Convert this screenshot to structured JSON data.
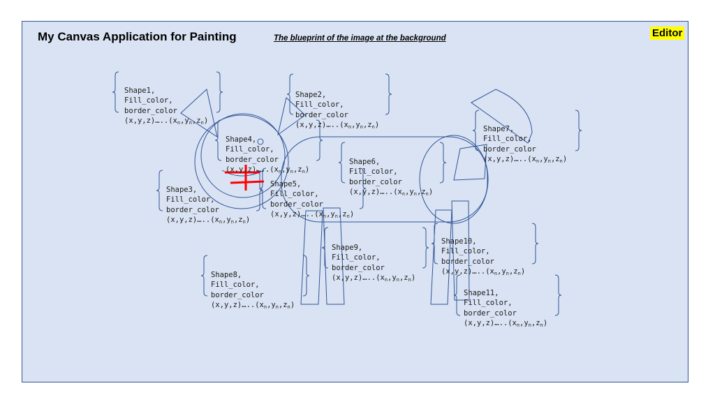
{
  "header": {
    "title": "My Canvas Application for Painting",
    "subtitle": "The blueprint of the image at the background",
    "editor_label": "Editor"
  },
  "colors": {
    "canvas_bg": "#dae3f3",
    "outline": "#2f5597",
    "marker": "#ff0000",
    "editor_bg": "#ffff00"
  },
  "shapes": [
    {
      "name": "Shape1,",
      "fill": "Fill_color,",
      "border": "border_color",
      "coords": "(x,y,z)…..(x",
      "n": "n"
    },
    {
      "name": "Shape2,",
      "fill": "Fill_color,",
      "border": "border_color",
      "coords": "(x,y,z)…..(x",
      "n": "n"
    },
    {
      "name": "Shape3,",
      "fill": "Fill_color,",
      "border": "border_color",
      "coords": "(x,y,z)…..(x",
      "n": "n"
    },
    {
      "name": "Shape4,",
      "fill": "Fill_color,",
      "border": "border_color",
      "coords": "(x,y,z)…..(x",
      "n": "n"
    },
    {
      "name": "Shape5,",
      "fill": "Fill_color,",
      "border": "border_color",
      "coords": "(x,y,z)…..(x",
      "n": "n"
    },
    {
      "name": "Shape6,",
      "fill": "Fill_color,",
      "border": "border_color",
      "coords": "(x,y,z)…..(x",
      "n": "n"
    },
    {
      "name": "Shape7,",
      "fill": "Fill_color,",
      "border": "border_color",
      "coords": "(x,y,z)…..(x",
      "n": "n"
    },
    {
      "name": "Shape8,",
      "fill": "Fill_color,",
      "border": "border_color",
      "coords": "(x,y,z)…..(x",
      "n": "n"
    },
    {
      "name": "Shape9,",
      "fill": "Fill_color,",
      "border": "border_color",
      "coords": "(x,y,z)…..(x",
      "n": "n"
    },
    {
      "name": "Shape10,",
      "fill": "Fill_color,",
      "border": "border_color",
      "coords": "(x,y,z)…..(x",
      "n": "n"
    },
    {
      "name": "Shape11,",
      "fill": "Fill_color,",
      "border": "border_color",
      "coords": "(x,y,z)…..(x",
      "n": "n"
    }
  ]
}
